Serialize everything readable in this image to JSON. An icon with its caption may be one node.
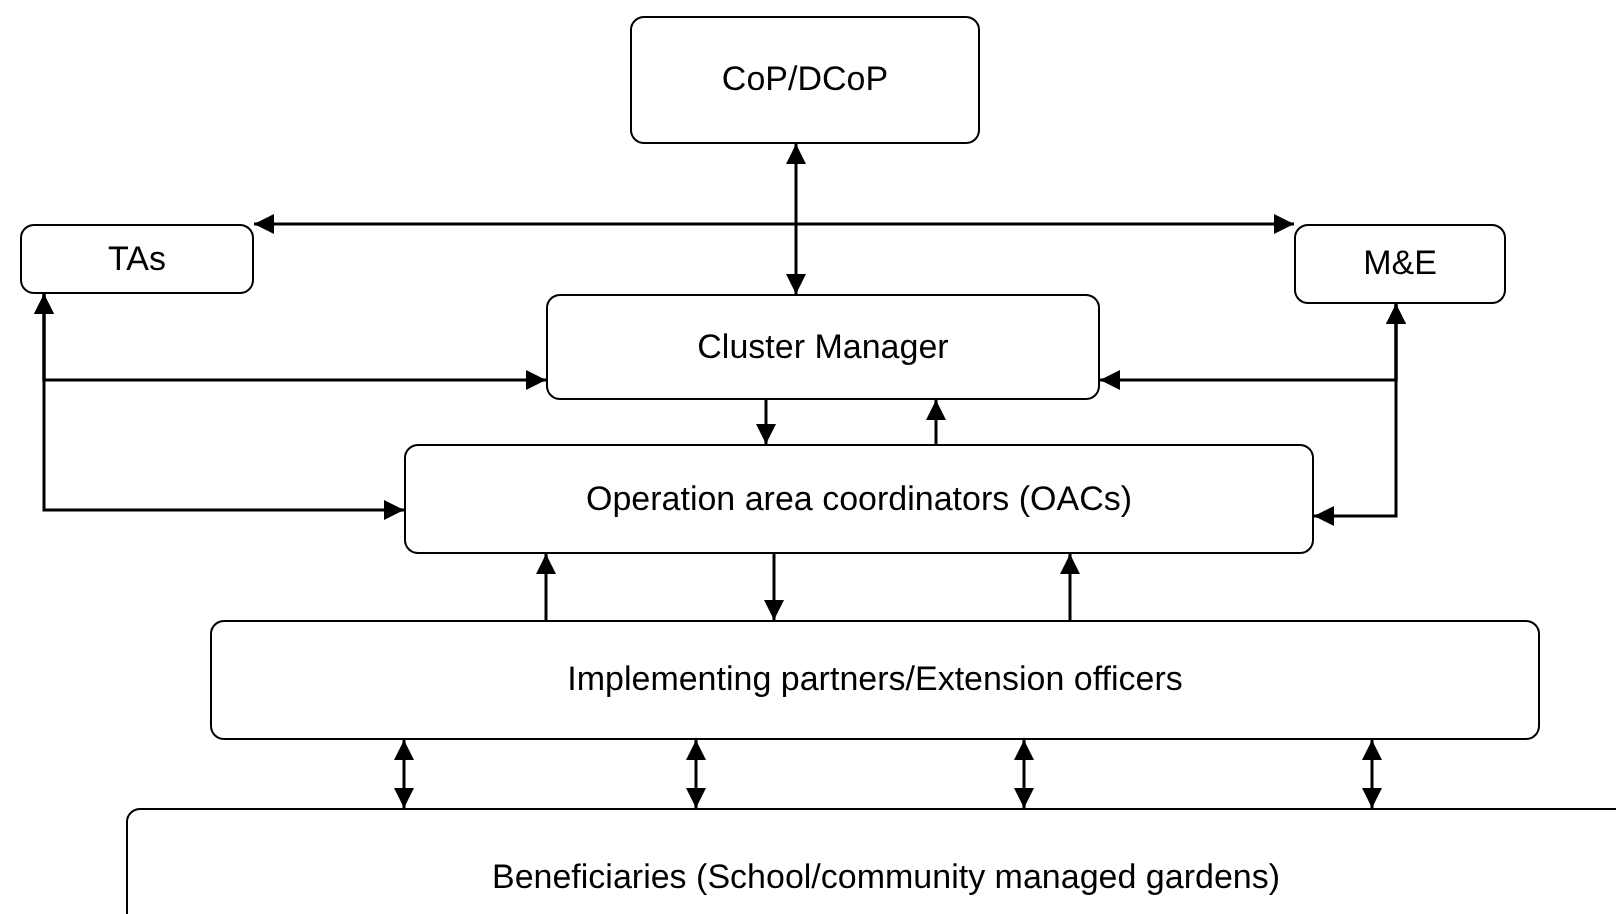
{
  "diagram": {
    "nodes": [
      {
        "text": [
          "CoP/DCoP"
        ]
      },
      {
        "text": [
          "TAs"
        ]
      },
      {
        "text": [
          "M&E"
        ]
      },
      {
        "text": [
          "Cluster Manager"
        ]
      },
      {
        "text": [
          "Operation area coordinators (OACs)"
        ]
      },
      {
        "text": [
          "Implementing partners/Extension officers"
        ]
      },
      {
        "text": [
          "Beneficiaries (School/community managed gardens)"
        ]
      }
    ],
    "edges": [
      {
        "from": 0,
        "to": 3,
        "arrow": "both"
      },
      {
        "from": 1,
        "to": 2,
        "arrow": "both"
      },
      {
        "from": 1,
        "to": 3,
        "arrow": "both"
      },
      {
        "from": 1,
        "to": 4,
        "arrow": "both"
      },
      {
        "from": 2,
        "to": 3,
        "arrow": "both"
      },
      {
        "from": 2,
        "to": 4,
        "arrow": "both"
      },
      {
        "from": 3,
        "to": 4,
        "arrow": "to"
      },
      {
        "from": 4,
        "to": 3,
        "arrow": "to"
      },
      {
        "from": 5,
        "to": 4,
        "arrow": "to"
      },
      {
        "from": 4,
        "to": 5,
        "arrow": "to"
      },
      {
        "from": 5,
        "to": 4,
        "arrow": "to"
      },
      {
        "from": 5,
        "to": 6,
        "arrow": "both"
      },
      {
        "from": 5,
        "to": 6,
        "arrow": "both"
      },
      {
        "from": 5,
        "to": 6,
        "arrow": "both"
      },
      {
        "from": 5,
        "to": 6,
        "arrow": "both"
      }
    ]
  }
}
